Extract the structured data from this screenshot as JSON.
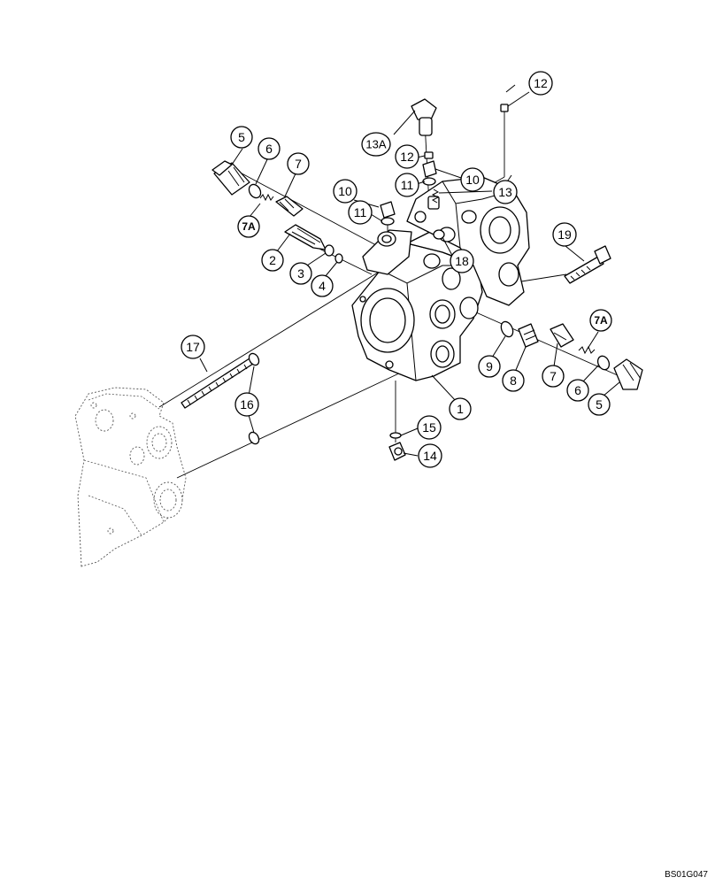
{
  "callouts": {
    "c1": "1",
    "c2": "2",
    "c3": "3",
    "c4": "4",
    "c5a": "5",
    "c5b": "5",
    "c6a": "6",
    "c6b": "6",
    "c7a": "7",
    "c7b": "7",
    "c7Aa": "7A",
    "c7Ab": "7A",
    "c8": "8",
    "c9": "9",
    "c10a": "10",
    "c10b": "10",
    "c11a": "11",
    "c11b": "11",
    "c12a": "12",
    "c12b": "12",
    "c13": "13",
    "c13A": "13A",
    "c14": "14",
    "c15": "15",
    "c16": "16",
    "c17": "17",
    "c18": "18",
    "c19": "19"
  },
  "reference_code": "BS01G047"
}
